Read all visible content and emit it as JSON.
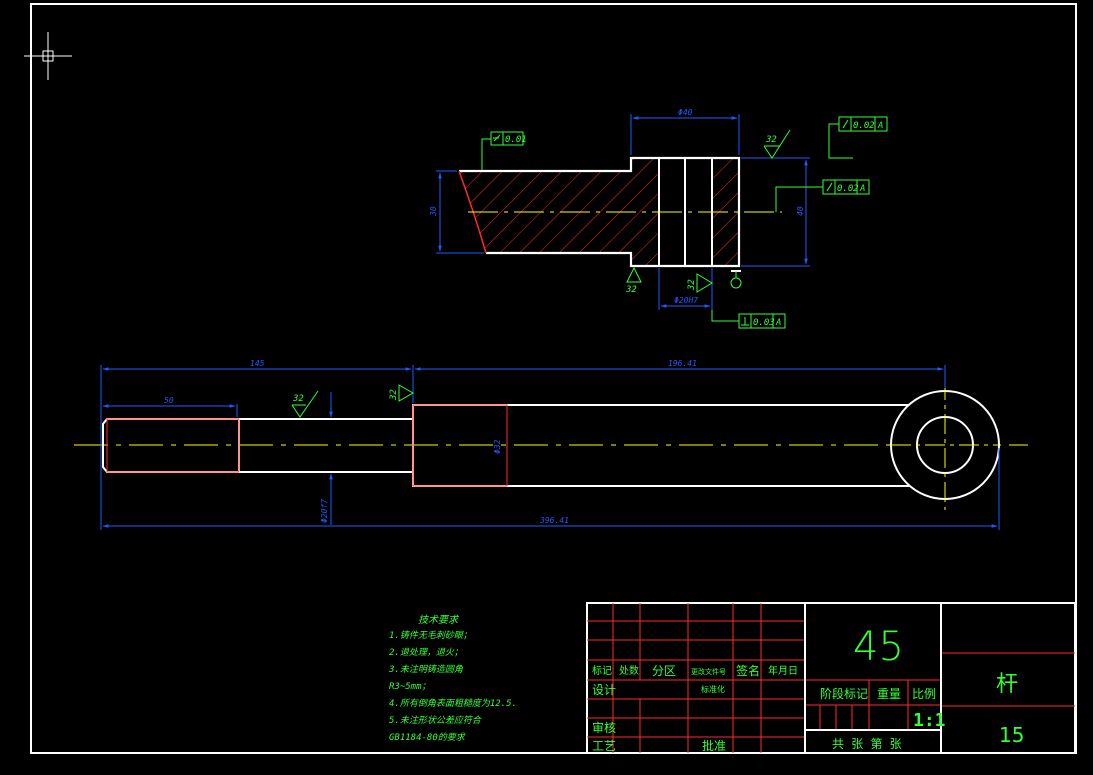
{
  "dims": {
    "dia_top": "Φ40",
    "left_height": "30",
    "right_height": "40",
    "bore_dia": "Φ20H7",
    "len_145": "145",
    "len_50": "50",
    "len_196": "196.41",
    "total_len": "396.41",
    "bore_body": "Φ32",
    "shaft_dia": "Φ20f7"
  },
  "gdt": {
    "flatness": "0.01",
    "runout1": "0.02",
    "datum1": "A",
    "runout2": "0.02",
    "datum2": "A",
    "perp": "0.03",
    "datum3": "A"
  },
  "roughness": {
    "r1": "32",
    "r2": "32",
    "r3": "32",
    "r4": "32",
    "r5": "32"
  },
  "requirements": {
    "title": "技术要求",
    "lines": [
      "1.铸件无毛刺砂眼；",
      "2.退处理，退火；",
      "3.未注明铸造圆角",
      "R3~5mm；",
      "4.所有倒角表面粗糙度为12.5.",
      "5.未注形状公差应符合",
      "GB1184-80的要求"
    ]
  },
  "title_block": {
    "material": "45",
    "part_name": "杆",
    "drawing_no": "15",
    "hdr_mark": "标记",
    "hdr_count": "处数",
    "hdr_zone": "分区",
    "hdr_docno": "更改文件号",
    "hdr_sign": "签名",
    "hdr_date": "年月日",
    "design": "设计",
    "standardize": "标准化",
    "stage_mark": "阶段标记",
    "weight": "重量",
    "scale": "比例",
    "scale_value": "1:1",
    "check": "审核",
    "process": "工艺",
    "approve": "批准",
    "sheets": "共 张 第 张"
  }
}
